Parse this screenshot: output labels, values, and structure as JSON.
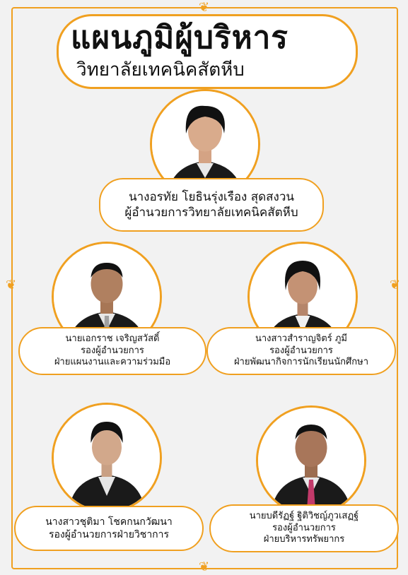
{
  "title": {
    "main": "แผนภูมิผู้บริหาร",
    "sub": "วิทยาลัยเทคนิคสัตหีบ"
  },
  "director": {
    "name": "นางอรทัย โยธินรุ่งเรือง สุดสงวน",
    "position": "ผู้อำนวยการวิทยาลัยเทคนิคสัตหีบ"
  },
  "deputies": [
    {
      "name": "นายเอกราช เจริญสวัสดิ์",
      "position": "รองผู้อำนวยการ",
      "department": "ฝ่ายแผนงานและความร่วมมือ"
    },
    {
      "name": "นางสาวสำราญจิตร์ ภูมี",
      "position": "รองผู้อำนวยการ",
      "department": "ฝ่ายพัฒนากิจการนักเรียนนักศึกษา"
    },
    {
      "name": "นางสาวชุติมา โชคกนกวัฒนา",
      "position": "รองผู้อำนวยการฝ่ายวิชาการ"
    },
    {
      "name": "นายบดีรัฏฐ์ ฐิติวิชญ์ภูวเสฏฐ์",
      "position": "รองผู้อำนวยการ",
      "department": "ฝ่ายบริหารทรัพยากร"
    }
  ],
  "colors": {
    "accent": "#f0a020",
    "background": "#f2f2f2"
  }
}
